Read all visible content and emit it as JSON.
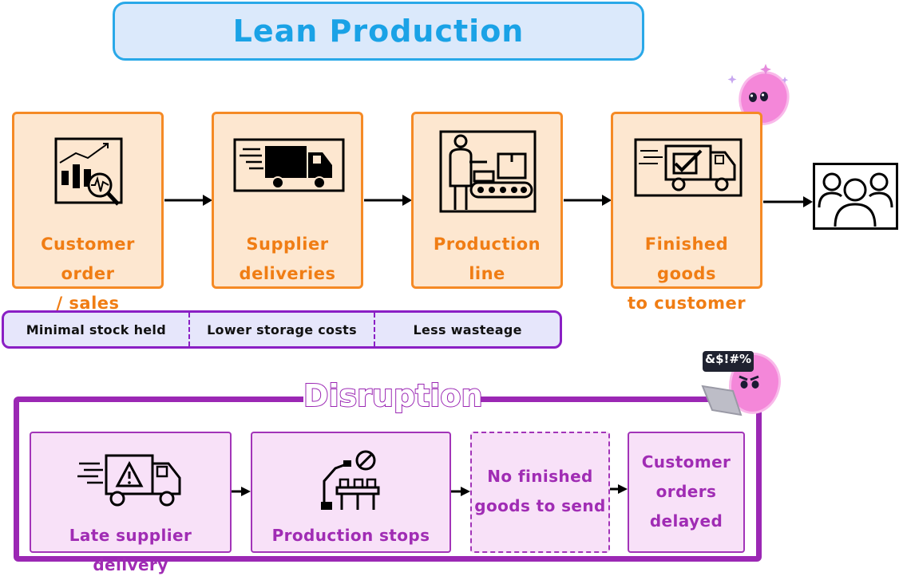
{
  "title": "Lean Production",
  "steps": [
    {
      "line1": "Customer order",
      "line2": "/ sales forecast"
    },
    {
      "line1": "Supplier",
      "line2": "deliveries"
    },
    {
      "line1": "Production line",
      "line2": ""
    },
    {
      "line1": "Finished goods",
      "line2": "to customer"
    }
  ],
  "benefits": [
    "Minimal stock held",
    "Lower storage costs",
    "Less wasteage"
  ],
  "disruption": {
    "title": "Disruption",
    "steps": [
      {
        "lines": [
          "Late supplier delivery"
        ]
      },
      {
        "lines": [
          "Production stops"
        ]
      },
      {
        "lines": [
          "No finished",
          "goods to send"
        ]
      },
      {
        "lines": [
          "Customer",
          "orders",
          "delayed"
        ]
      }
    ]
  },
  "mascot_badge": "&$!#%",
  "colors": {
    "title_accent": "#1aa2e6",
    "step_orange": "#f58a25",
    "benefit_purple": "#8a1fc4",
    "disruption_purple": "#9b28b4",
    "mascot_pink": "#f07ad8"
  },
  "icons": [
    "sales-chart-icon",
    "delivery-truck-icon",
    "production-line-icon",
    "finished-goods-truck-icon",
    "customers-icon",
    "late-truck-warning-icon",
    "production-stopped-icon"
  ]
}
